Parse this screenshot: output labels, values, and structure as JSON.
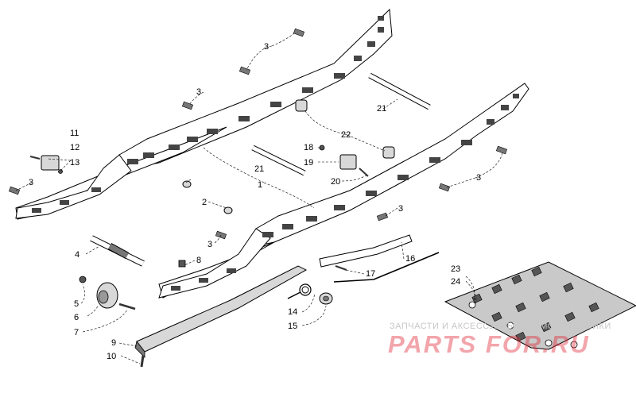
{
  "diagram": {
    "callouts": [
      {
        "text": "1",
        "id": "rail-frame"
      },
      {
        "text": "2",
        "id": "spacer-washer"
      },
      {
        "text": "3",
        "id": "flange-screw"
      },
      {
        "text": "4",
        "id": "idler-shaft"
      },
      {
        "text": "5",
        "id": "nut"
      },
      {
        "text": "6",
        "id": "idler-wheel"
      },
      {
        "text": "7",
        "id": "axle-screw"
      },
      {
        "text": "8",
        "id": "lock-nut"
      },
      {
        "text": "9",
        "id": "slide-rail"
      },
      {
        "text": "10",
        "id": "slide-screw"
      },
      {
        "text": "11",
        "id": "block-screw-front"
      },
      {
        "text": "12",
        "id": "stop-block-front"
      },
      {
        "text": "13",
        "id": "block-nut-front"
      },
      {
        "text": "14",
        "id": "torsion-spring"
      },
      {
        "text": "15",
        "id": "spring-bushing"
      },
      {
        "text": "16",
        "id": "slider-plate"
      },
      {
        "text": "17",
        "id": "plate-screw"
      },
      {
        "text": "18",
        "id": "block-nut"
      },
      {
        "text": "19",
        "id": "stop-block"
      },
      {
        "text": "20",
        "id": "block-screw"
      },
      {
        "text": "21",
        "id": "cross-shaft"
      },
      {
        "text": "22",
        "id": "shaft-bushing"
      },
      {
        "text": "23",
        "id": "track"
      },
      {
        "text": "24",
        "id": "track-stud"
      }
    ]
  },
  "watermark": {
    "line1": "ЗАПЧАСТИ И АКСЕССУАРЫ ДЛЯ МОТОТЕХНИКИ",
    "line2": "PARTS FOR.RU",
    "color": "#e02837"
  }
}
